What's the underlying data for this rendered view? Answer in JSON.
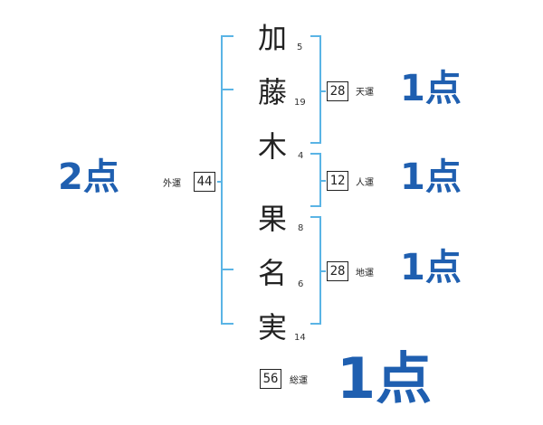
{
  "name_chars": [
    {
      "char": "加",
      "strokes": "5"
    },
    {
      "char": "藤",
      "strokes": "19"
    },
    {
      "char": "木",
      "strokes": "4"
    },
    {
      "char": "果",
      "strokes": "8"
    },
    {
      "char": "名",
      "strokes": "6"
    },
    {
      "char": "実",
      "strokes": "14"
    }
  ],
  "fortunes": {
    "tenkaku": {
      "value": "28",
      "label": "天運",
      "score": "1点"
    },
    "jinkaku": {
      "value": "12",
      "label": "人運",
      "score": "1点"
    },
    "chikaku": {
      "value": "28",
      "label": "地運",
      "score": "1点"
    },
    "gaikaku": {
      "value": "44",
      "label": "外運",
      "score": "2点"
    },
    "soukaku": {
      "value": "56",
      "label": "総運",
      "score": "1点"
    }
  },
  "colors": {
    "bracket": "#5ab4e5",
    "score": "#1f5fb0",
    "text": "#222222"
  }
}
